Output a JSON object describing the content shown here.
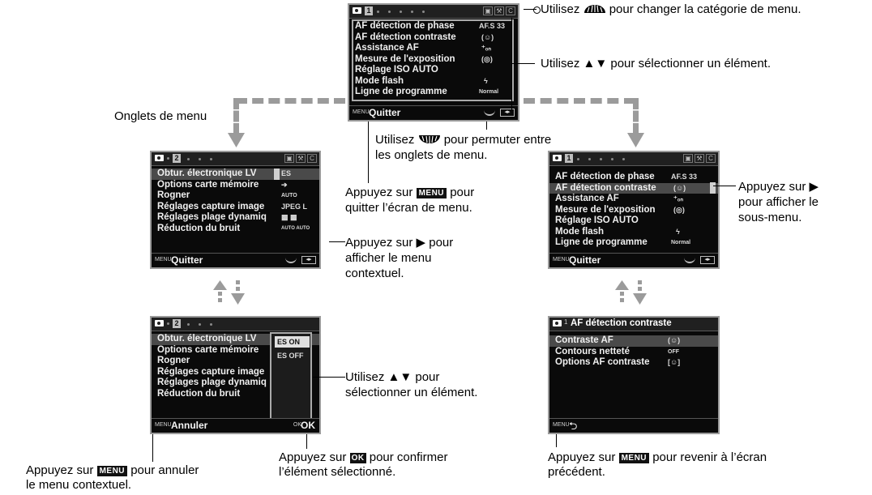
{
  "screen_main": {
    "tab_number": "1",
    "items": [
      {
        "label": "AF détection de phase",
        "value": "AF.S  33"
      },
      {
        "label": "AF détection contraste",
        "value": "(☺) "
      },
      {
        "label": "Assistance AF",
        "value": ""
      },
      {
        "label": "Mesure de l'exposition",
        "value": "(◎)"
      },
      {
        "label": "Réglage ISO AUTO",
        "value": ""
      },
      {
        "label": "Mode flash",
        "value": "ϟ"
      },
      {
        "label": "Ligne de programme",
        "value": "Normal"
      }
    ],
    "bottom_tag": "MENU",
    "bottom_label": "Quitter"
  },
  "screen_tab2": {
    "tab_number": "2",
    "items": [
      {
        "label": "Obtur. électronique LV",
        "value": "ES"
      },
      {
        "label": "Options carte mémoire",
        "value": ""
      },
      {
        "label": "Rogner",
        "value": "AUTO"
      },
      {
        "label": "Réglages capture image",
        "value": "JPEG L"
      },
      {
        "label": "Réglages plage dynamiq",
        "value": ""
      },
      {
        "label": "Réduction du bruit",
        "value": "AUTO AUTO"
      }
    ],
    "bottom_tag": "MENU",
    "bottom_label": "Quitter"
  },
  "screen_popup": {
    "tab_number": "2",
    "items": [
      {
        "label": "Obtur. électronique LV"
      },
      {
        "label": "Options carte mémoire"
      },
      {
        "label": "Rogner"
      },
      {
        "label": "Réglages capture image"
      },
      {
        "label": "Réglages plage dynamiq"
      },
      {
        "label": "Réduction du bruit"
      }
    ],
    "popup_options": [
      "ES ON",
      "ES OFF"
    ],
    "bottom_tag": "MENU",
    "bottom_label": "Annuler",
    "ok_tag": "OK",
    "ok_label": "OK"
  },
  "screen_right": {
    "tab_number": "1",
    "items": [
      {
        "label": "AF détection de phase",
        "value": "AF.S  33"
      },
      {
        "label": "AF détection contraste",
        "value": "(☺)"
      },
      {
        "label": "Assistance AF",
        "value": ""
      },
      {
        "label": "Mesure de l'exposition",
        "value": "(◎)"
      },
      {
        "label": "Réglage ISO AUTO",
        "value": ""
      },
      {
        "label": "Mode flash",
        "value": "ϟ"
      },
      {
        "label": "Ligne de programme",
        "value": "Normal"
      }
    ],
    "bottom_tag": "MENU",
    "bottom_label": "Quitter"
  },
  "screen_sub": {
    "title": "AF détection contraste",
    "items": [
      {
        "label": "Contraste AF",
        "value": "(☺)"
      },
      {
        "label": "Contours netteté",
        "value": "OFF"
      },
      {
        "label": "Options AF contraste",
        "value": "[☺]"
      }
    ],
    "bottom_tag": "MENU"
  },
  "annotations": {
    "cat_pre": "Utilisez",
    "cat_post": "pour changer la catégorie de menu.",
    "sel_main_pre": "Utilisez ▲▼",
    "sel_main_post": "pour sélectionner un élément.",
    "tabs_label": "Onglets de menu",
    "dial_pre": "Utilisez",
    "dial_post": "pour permuter entre",
    "dial_line2": "les onglets de menu.",
    "quit_pre": "Appuyez sur",
    "quit_key": "MENU",
    "quit_post": "pour",
    "quit_line2": "quitter l’écran de menu.",
    "ctx_line1": "Appuyez sur ▶ pour",
    "ctx_line2": "afficher le menu",
    "ctx_line3": "contextuel.",
    "sub_line1": "Appuyez sur ▶",
    "sub_line2": "pour afficher le",
    "sub_line3": "sous-menu.",
    "sel_popup_line1": "Utilisez ▲▼ pour",
    "sel_popup_line2": "sélectionner un élément.",
    "cancel_pre": "Appuyez sur",
    "cancel_key": "MENU",
    "cancel_post": "pour annuler",
    "cancel_line2": "le menu contextuel.",
    "confirm_pre": "Appuyez sur",
    "confirm_key": "OK",
    "confirm_post": "pour confirmer",
    "confirm_line2": "l’élément sélectionné.",
    "back_pre": "Appuyez sur",
    "back_key": "MENU",
    "back_post": "pour revenir à l’écran",
    "back_line2": "précédent."
  }
}
